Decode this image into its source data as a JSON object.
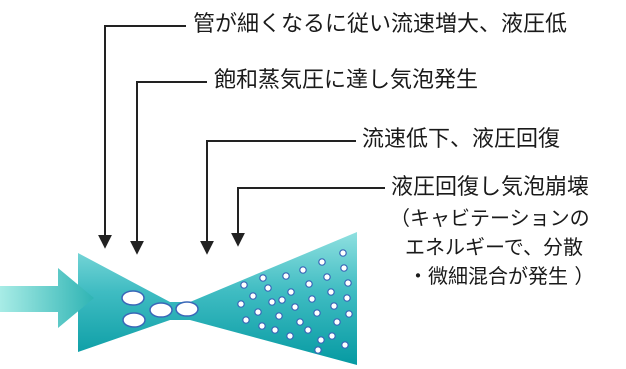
{
  "labels": {
    "l1": "管が細くなるに従い流速増大、液圧低",
    "l2": "飽和蒸気圧に達し気泡発生",
    "l3": "流速低下、液圧回復",
    "l4": "液圧回復し気泡崩壊"
  },
  "note": {
    "line1": "（キャビテーションの",
    "line2": "エネルギーで、分散",
    "line3": "・微細混合が発生 ）"
  },
  "colors": {
    "tube_light": "#4fc3c9",
    "tube_dark": "#00939b",
    "flow_arrow": "#5fcfc9",
    "bubble": "#ffffff",
    "bubble_outline": "#3a67b8",
    "line": "#222222"
  }
}
